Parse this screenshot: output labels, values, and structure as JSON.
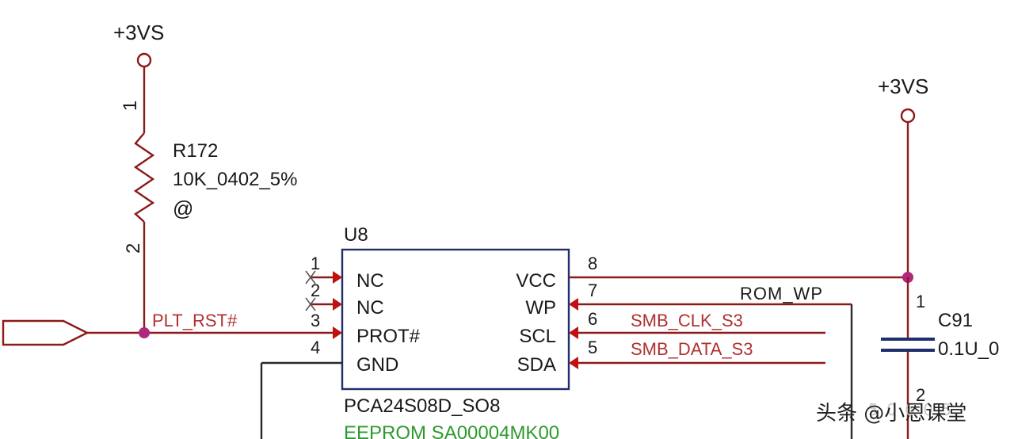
{
  "power": {
    "left_label": "+3VS",
    "right_label": "+3VS"
  },
  "resistor": {
    "ref": "R172",
    "value": "10K_0402_5%",
    "mark": "@",
    "pin_top": "1",
    "pin_bottom": "2"
  },
  "net": {
    "plt_rst": "PLT_RST#",
    "rom_wp": "ROM_WP",
    "smb_clk": "SMB_CLK_S3",
    "smb_data": "SMB_DATA_S3"
  },
  "chip": {
    "ref": "U8",
    "part": "PCA24S08D_SO8",
    "desc": "EEPROM SA00004MK00",
    "left_pins": [
      {
        "num": "1",
        "name": "NC"
      },
      {
        "num": "2",
        "name": "NC"
      },
      {
        "num": "3",
        "name": "PROT#"
      },
      {
        "num": "4",
        "name": "GND"
      }
    ],
    "right_pins": [
      {
        "num": "8",
        "name": "VCC"
      },
      {
        "num": "7",
        "name": "WP"
      },
      {
        "num": "6",
        "name": "SCL"
      },
      {
        "num": "5",
        "name": "SDA"
      }
    ]
  },
  "capacitor": {
    "ref": "C91",
    "value": "0.1U_0",
    "pin_top": "1",
    "pin_bottom": "2"
  },
  "watermark": {
    "text": "头条 @小恩课堂",
    "faint": "5 0 6 0 5"
  }
}
